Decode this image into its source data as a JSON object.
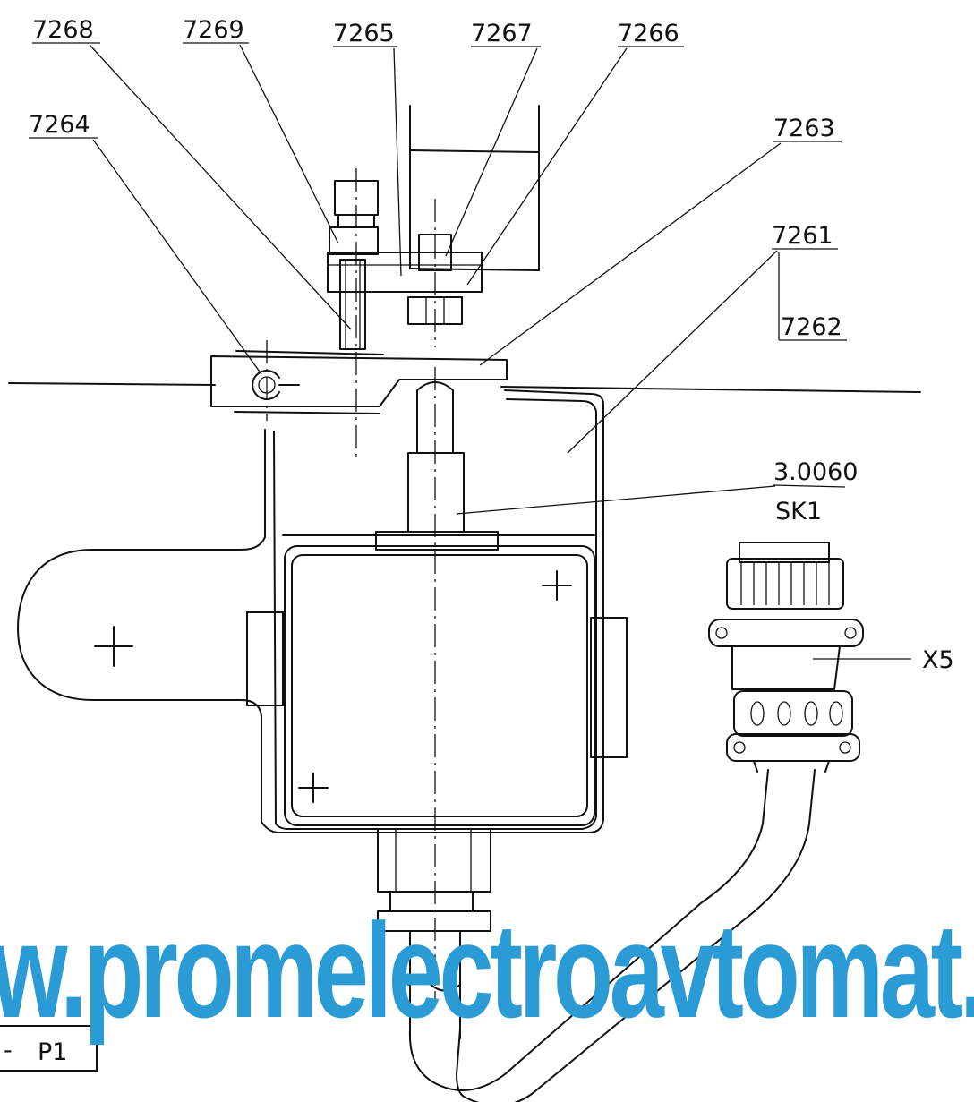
{
  "labels": {
    "p7268": "7268",
    "p7269": "7269",
    "p7265": "7265",
    "p7267": "7267",
    "p7266": "7266",
    "p7264": "7264",
    "p7263": "7263",
    "p7261": "7261",
    "p7262": "7262",
    "p30060": "3.0060",
    "sk1": "SK1",
    "x5": "X5",
    "p1": "P1",
    "p1_prefix": "-"
  },
  "watermark": {
    "text": "w.promelectroavtomat.",
    "color": "#2b9bd6"
  }
}
